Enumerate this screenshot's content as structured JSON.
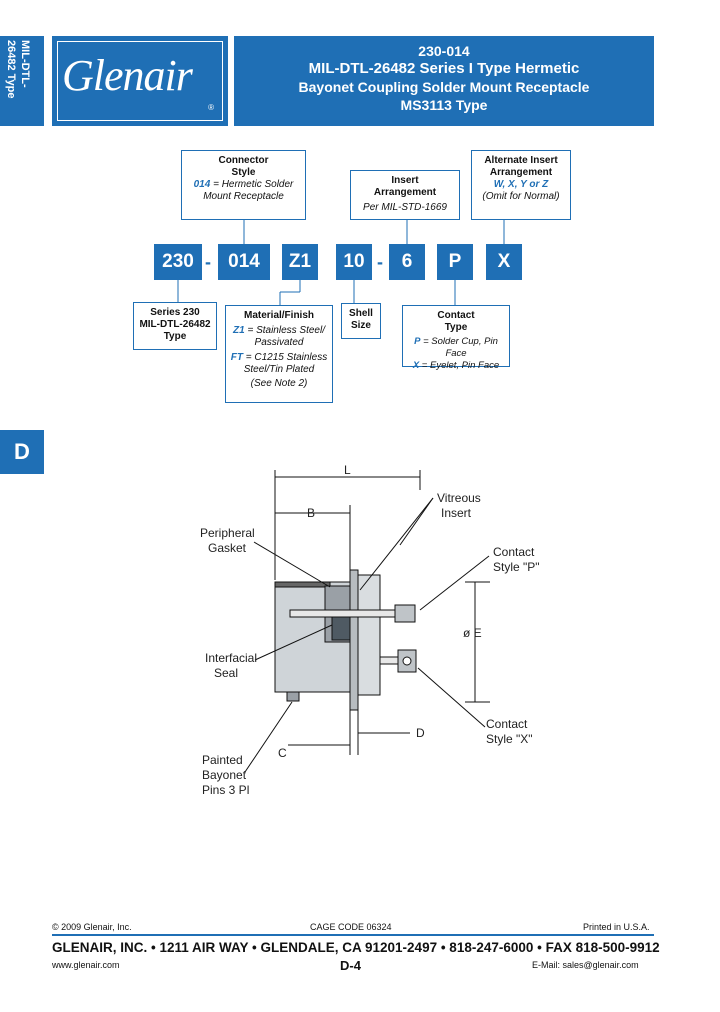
{
  "side_tab": {
    "label": "MIL-DTL-\n26482 Type"
  },
  "logo": {
    "text": "Glenair",
    "reg": "®"
  },
  "title": {
    "line1": "230-014",
    "line2": "MIL-DTL-26482 Series I Type Hermetic",
    "line3": "Bayonet Coupling Solder Mount Receptacle",
    "line4": "MS3113 Type"
  },
  "boxes": {
    "connector_style": {
      "heading": "Connector Style",
      "code": "014",
      "desc1": " = Hermetic Solder",
      "desc2": "Mount Receptacle"
    },
    "insert_arrangement": {
      "heading1": "Insert",
      "heading2": "Arrangement",
      "desc": "Per MIL-STD-1669"
    },
    "alternate_insert": {
      "heading1": "Alternate Insert",
      "heading2": "Arrangement",
      "codes": "W, X, Y or Z",
      "desc": "(Omit for Normal)"
    },
    "series": {
      "line1": "Series 230",
      "line2": "MIL-DTL-26482",
      "line3": "Type"
    },
    "material": {
      "heading": "Material/Finish",
      "z1_code": "Z1",
      "z1_desc1": " = Stainless Steel/",
      "z1_desc2": "Passivated",
      "ft_code": "FT",
      "ft_desc1": " = C1215 Stainless",
      "ft_desc2": "Steel/Tin Plated",
      "note": "(See Note 2)"
    },
    "shell_size": {
      "line1": "Shell",
      "line2": "Size"
    },
    "contact_type": {
      "heading1": "Contact",
      "heading2": "Type",
      "p_code": "P",
      "p_desc": " = Solder Cup, Pin Face",
      "x_code": "X",
      "x_desc": " = Eyelet, Pin Face"
    }
  },
  "part_number": {
    "seg1": "230",
    "seg2": "014",
    "seg3": "Z1",
    "seg4": "10",
    "seg5": "6",
    "seg6": "P",
    "seg7": "X",
    "dash": "-"
  },
  "section_tab": {
    "label": "D"
  },
  "drawing": {
    "label_L": "L",
    "label_B": "B",
    "label_vitreous1": "Vitreous",
    "label_vitreous2": "Insert",
    "label_peripheral1": "Peripheral",
    "label_peripheral2": "Gasket",
    "label_contactP1": "Contact",
    "label_contactP2": "Style \"P\"",
    "label_E": "ø E",
    "label_interfacial1": "Interfacial",
    "label_interfacial2": "Seal",
    "label_contactX1": "Contact",
    "label_contactX2": "Style \"X\"",
    "label_D": "D",
    "label_C": "C",
    "label_painted1": "Painted",
    "label_painted2": "Bayonet",
    "label_painted3": "Pins 3 Pl"
  },
  "footer": {
    "copyright": "© 2009 Glenair, Inc.",
    "cage": "CAGE CODE 06324",
    "printed": "Printed in U.S.A.",
    "address": "GLENAIR, INC. • 1211 AIR WAY • GLENDALE, CA 91201-2497 • 818-247-6000 • FAX 818-500-9912",
    "web": "www.glenair.com",
    "page": "D-4",
    "email": "E-Mail:  sales@glenair.com"
  },
  "colors": {
    "brand_blue": "#1f6fb5"
  }
}
